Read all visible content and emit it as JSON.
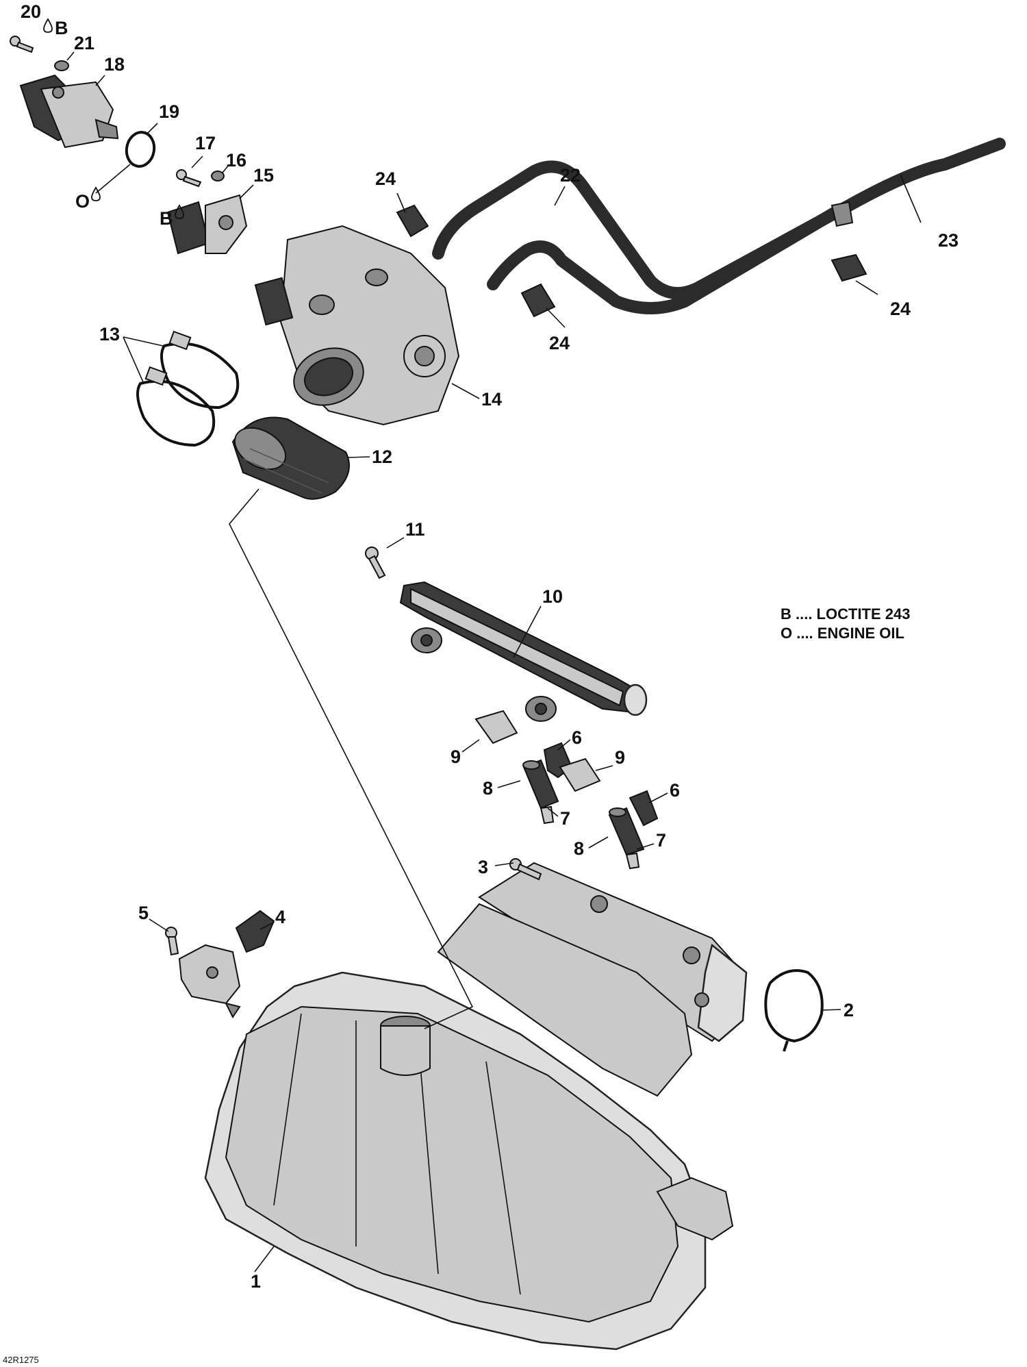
{
  "diagram": {
    "figure_id": "42R1275",
    "legend": [
      {
        "code": "B",
        "text": "B .... LOCTITE 243"
      },
      {
        "code": "O",
        "text": "O .... ENGINE OIL"
      }
    ],
    "callouts": {
      "c1": "1",
      "c2": "2",
      "c3": "3",
      "c4": "4",
      "c5": "5",
      "c6a": "6",
      "c6b": "6",
      "c7a": "7",
      "c7b": "7",
      "c8a": "8",
      "c8b": "8",
      "c9a": "9",
      "c9b": "9",
      "c10": "10",
      "c11": "11",
      "c12": "12",
      "c13": "13",
      "c14": "14",
      "c15": "15",
      "c16": "16",
      "c17": "17",
      "c18": "18",
      "c19": "19",
      "c20": "20",
      "c21": "21",
      "c22": "22",
      "c23": "23",
      "c24a": "24",
      "c24b": "24",
      "c24c": "24"
    },
    "symbols": {
      "b_top": "B",
      "o_left": "O",
      "b_left": "B"
    },
    "icons": {
      "drop": "drop-icon"
    }
  }
}
